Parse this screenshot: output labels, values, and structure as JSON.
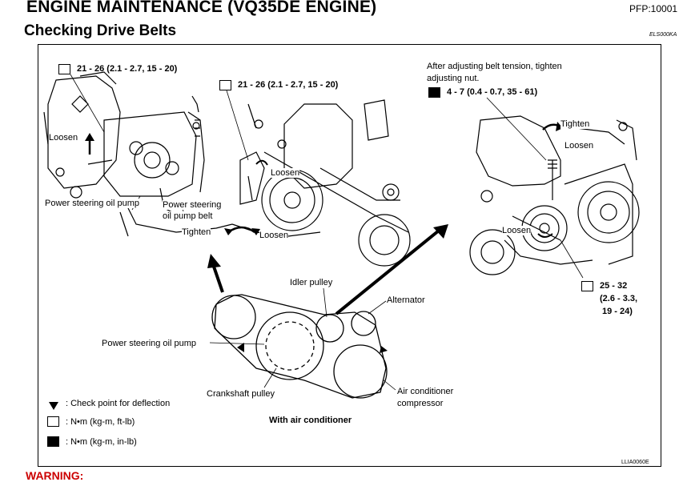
{
  "header": {
    "section_title": "ENGINE MAINTENANCE (VQ35DE ENGINE)",
    "page_ref": "PFP:10001",
    "subtitle": "Checking Drive Belts",
    "doc_code": "ELS000KA"
  },
  "figure": {
    "torque_ps_pump_1": "21 - 26 (2.1 - 2.7, 15 - 20)",
    "torque_ps_pump_2": "21 - 26 (2.1 - 2.7, 15 - 20)",
    "note_after_adjust_1": "After adjusting belt tension, tighten",
    "note_after_adjust_2": "adjusting nut.",
    "torque_adjust_nut": "4 - 7 (0.4 - 0.7, 35 - 61)",
    "loosen": "Loosen",
    "tighten": "Tighten",
    "power_steering_oil_pump": "Power steering oil pump",
    "power_steering": "Power steering",
    "oil_pump_belt": "oil pump belt",
    "torque_idler_1": "25 - 32",
    "torque_idler_2": "(2.6 - 3.3,",
    "torque_idler_3": "19 - 24)",
    "idler_pulley": "Idler pulley",
    "alternator": "Alternator",
    "crankshaft_pulley": "Crankshaft pulley",
    "ac_compressor_1": "Air conditioner",
    "ac_compressor_2": "compressor",
    "with_ac": "With air conditioner",
    "legend_check": ": Check point for deflection",
    "legend_nm_ftlb": ": N•m (kg-m, ft-lb)",
    "legend_nm_inlb": ": N•m (kg-m, in-lb)",
    "figure_code": "LLIA0060E"
  },
  "footer": {
    "warning": "WARNING:"
  }
}
